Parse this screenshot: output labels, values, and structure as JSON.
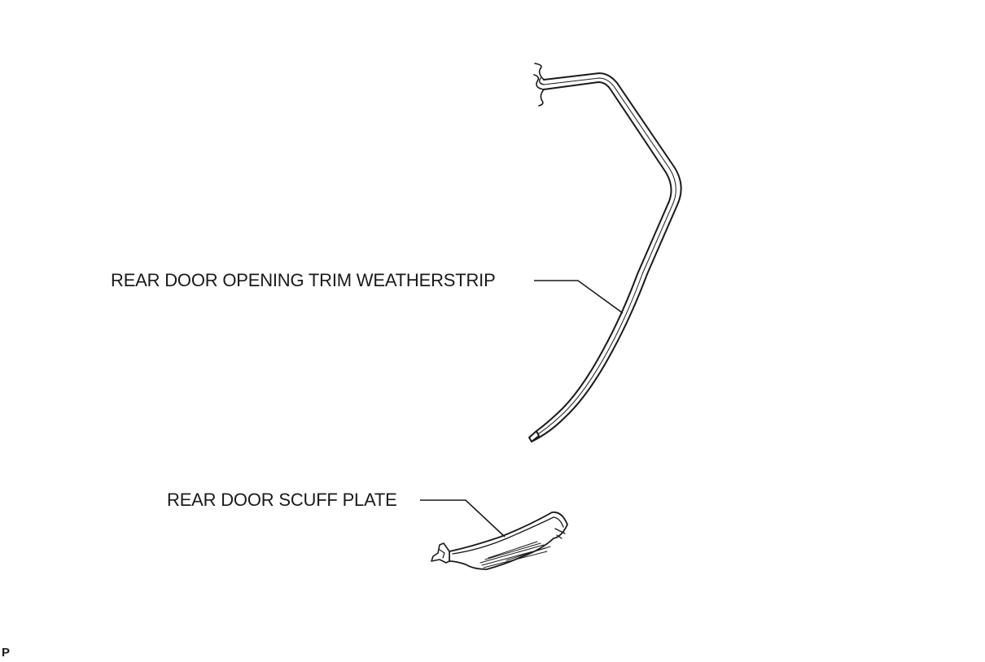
{
  "labels": {
    "weatherstrip": "REAR DOOR OPENING TRIM WEATHERSTRIP",
    "scuff_plate": "REAR DOOR SCUFF PLATE"
  },
  "figure_code": "P",
  "colors": {
    "line": "#1a1a1a",
    "background": "#ffffff"
  }
}
